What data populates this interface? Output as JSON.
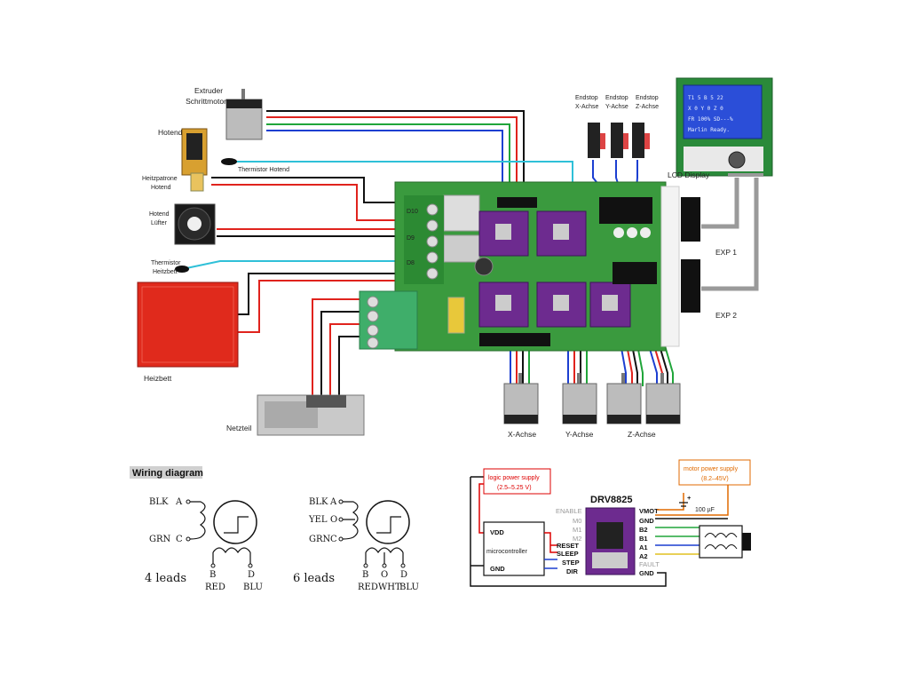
{
  "labels": {
    "extruder_motor": "Extruder\nSchrittmotor",
    "hotend": "Hotend",
    "thermistor_hotend": "Thermistor Hotend",
    "heater_cartridge": "Heitzpatrone\nHotend",
    "hotend_fan": "Hotend\nLüfter",
    "thermistor_bed": "Thermistor\nHeitzbett",
    "heated_bed": "Heizbett",
    "psu": "Netzteil",
    "endstop_x": "Endstop\nX-Achse",
    "endstop_y": "Endstop\nY-Achse",
    "endstop_z": "Endstop\nZ-Achse",
    "lcd_display": "LCD Display",
    "exp1": "EXP 1",
    "exp2": "EXP 2",
    "x_axis": "X-Achse",
    "y_axis": "Y-Achse",
    "z_axis": "Z-Achse"
  },
  "board": {
    "terminals": [
      "D8",
      "D9",
      "D10"
    ],
    "d10_label": "D10",
    "d9_label": "D9",
    "d8_label": "D8"
  },
  "wiring": {
    "title": "Wiring diagram",
    "four": {
      "pins": [
        "BLK",
        "GRN"
      ],
      "pin_letters": [
        "A",
        "C"
      ],
      "bottom_letters": [
        "B",
        "D"
      ],
      "bottom_colors": [
        "RED",
        "BLU"
      ],
      "caption": "4 leads"
    },
    "six": {
      "pins": [
        "BLK",
        "YEL",
        "GRN"
      ],
      "pin_letters": [
        "A",
        "O",
        "C"
      ],
      "bottom_letters": [
        "B",
        "O",
        "D"
      ],
      "bottom_colors": [
        "RED",
        "WHT",
        "BLU"
      ],
      "caption": "6 leads"
    }
  },
  "drv": {
    "chip": "DRV8825",
    "logic_supply": [
      "logic power supply",
      "(2.5–5.25 V)"
    ],
    "motor_supply": [
      "motor power supply",
      "(8.2–45V)"
    ],
    "controller": "microcontroller",
    "vdd": "VDD",
    "gnd": "GND",
    "left_pins": [
      "ENABLE",
      "M0",
      "M1",
      "M2",
      "RESET",
      "SLEEP",
      "STEP",
      "DIR"
    ],
    "right_pins": [
      "VMOT",
      "GND",
      "B2",
      "B1",
      "A1",
      "A2",
      "FAULT",
      "GND"
    ],
    "cap": "100 µF",
    "cap_plus": "+"
  },
  "lcd": {
    "line1": "T1 5 B 5 22",
    "line2": "X 0 Y 0 Z 0",
    "line3": "FR 100% SD---%",
    "line4": "Marlin Ready."
  },
  "colors": {
    "red": "#e0231d",
    "black": "#111111",
    "green": "#20a53a",
    "blue": "#1c3fd1",
    "cyan": "#2fc0d8",
    "grey": "#9a9a9a",
    "board": "#3a9a3e",
    "driver": "#6d2b8f",
    "orange": "#e06a00"
  }
}
